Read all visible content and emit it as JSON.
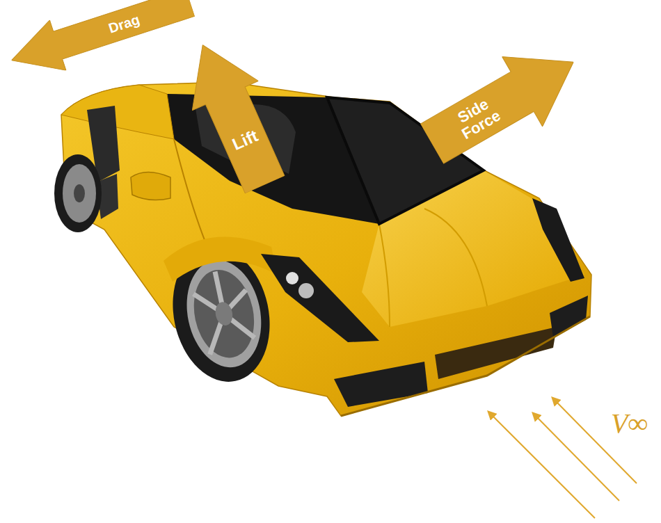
{
  "diagram": {
    "nodes": [
      {
        "text": [
          "Drag"
        ]
      },
      {
        "text": [
          "Lift"
        ]
      },
      {
        "text": [
          "Side Force"
        ]
      }
    ],
    "labels": [
      "V∞"
    ]
  }
}
